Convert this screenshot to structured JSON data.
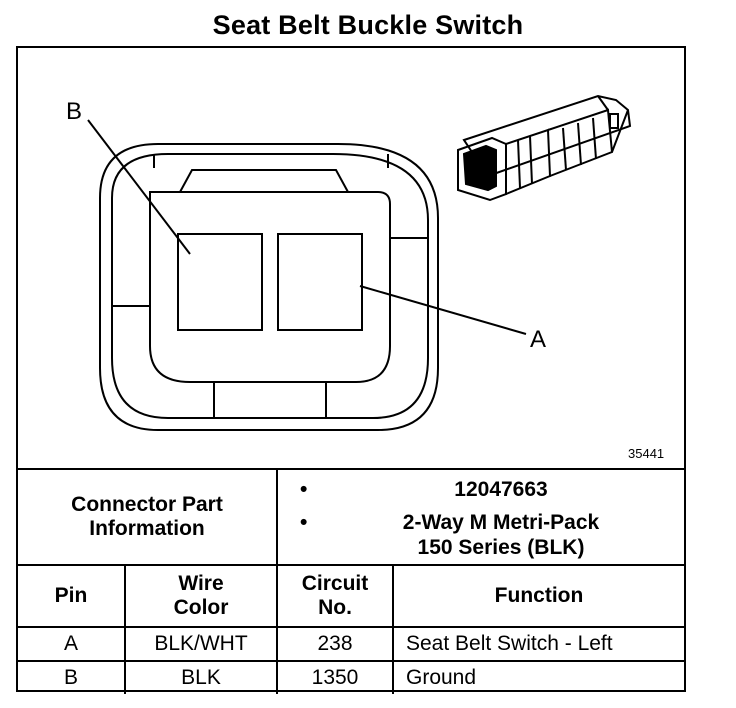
{
  "title": "Seat Belt Buckle Switch",
  "diagram": {
    "figure_number": "35441",
    "pin_label_a": "A",
    "pin_label_b": "B"
  },
  "connector_info": {
    "label": "Connector Part Information",
    "items": [
      "12047663",
      "2-Way M Metri-Pack 150 Series (BLK)"
    ],
    "item2_line1": "2-Way M Metri-Pack",
    "item2_line2": "150 Series (BLK)",
    "bullet": "•"
  },
  "table": {
    "headers": {
      "pin": "Pin",
      "wire_color_1": "Wire",
      "wire_color_2": "Color",
      "circuit_1": "Circuit",
      "circuit_2": "No.",
      "function": "Function"
    },
    "rows": [
      {
        "pin": "A",
        "wire_color": "BLK/WHT",
        "circuit": "238",
        "function": "Seat Belt Switch - Left"
      },
      {
        "pin": "B",
        "wire_color": "BLK",
        "circuit": "1350",
        "function": "Ground"
      }
    ]
  }
}
